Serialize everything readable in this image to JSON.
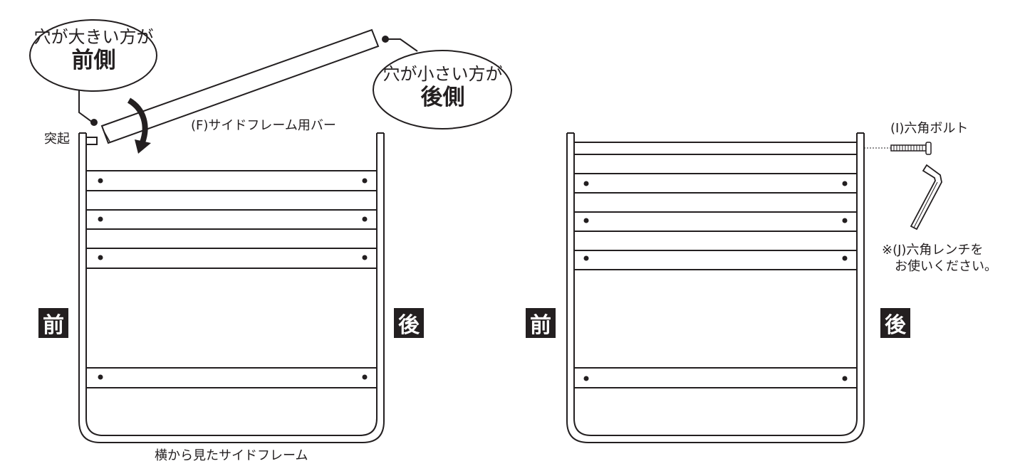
{
  "callout_large_hole": {
    "line1": "穴が大きい方が",
    "line2": "前側"
  },
  "callout_small_hole": {
    "line1": "穴が小さい方が",
    "line2": "後側"
  },
  "label_protrusion": "突起",
  "label_side_frame_bar": "(F)サイドフレーム用バー",
  "label_front": "前",
  "label_back": "後",
  "caption_side_view": "横から見たサイドフレーム",
  "label_hex_bolt": "(I)六角ボルト",
  "note_hex_wrench": {
    "line1": "※(J)六角レンチを",
    "line2": "お使いください。"
  }
}
